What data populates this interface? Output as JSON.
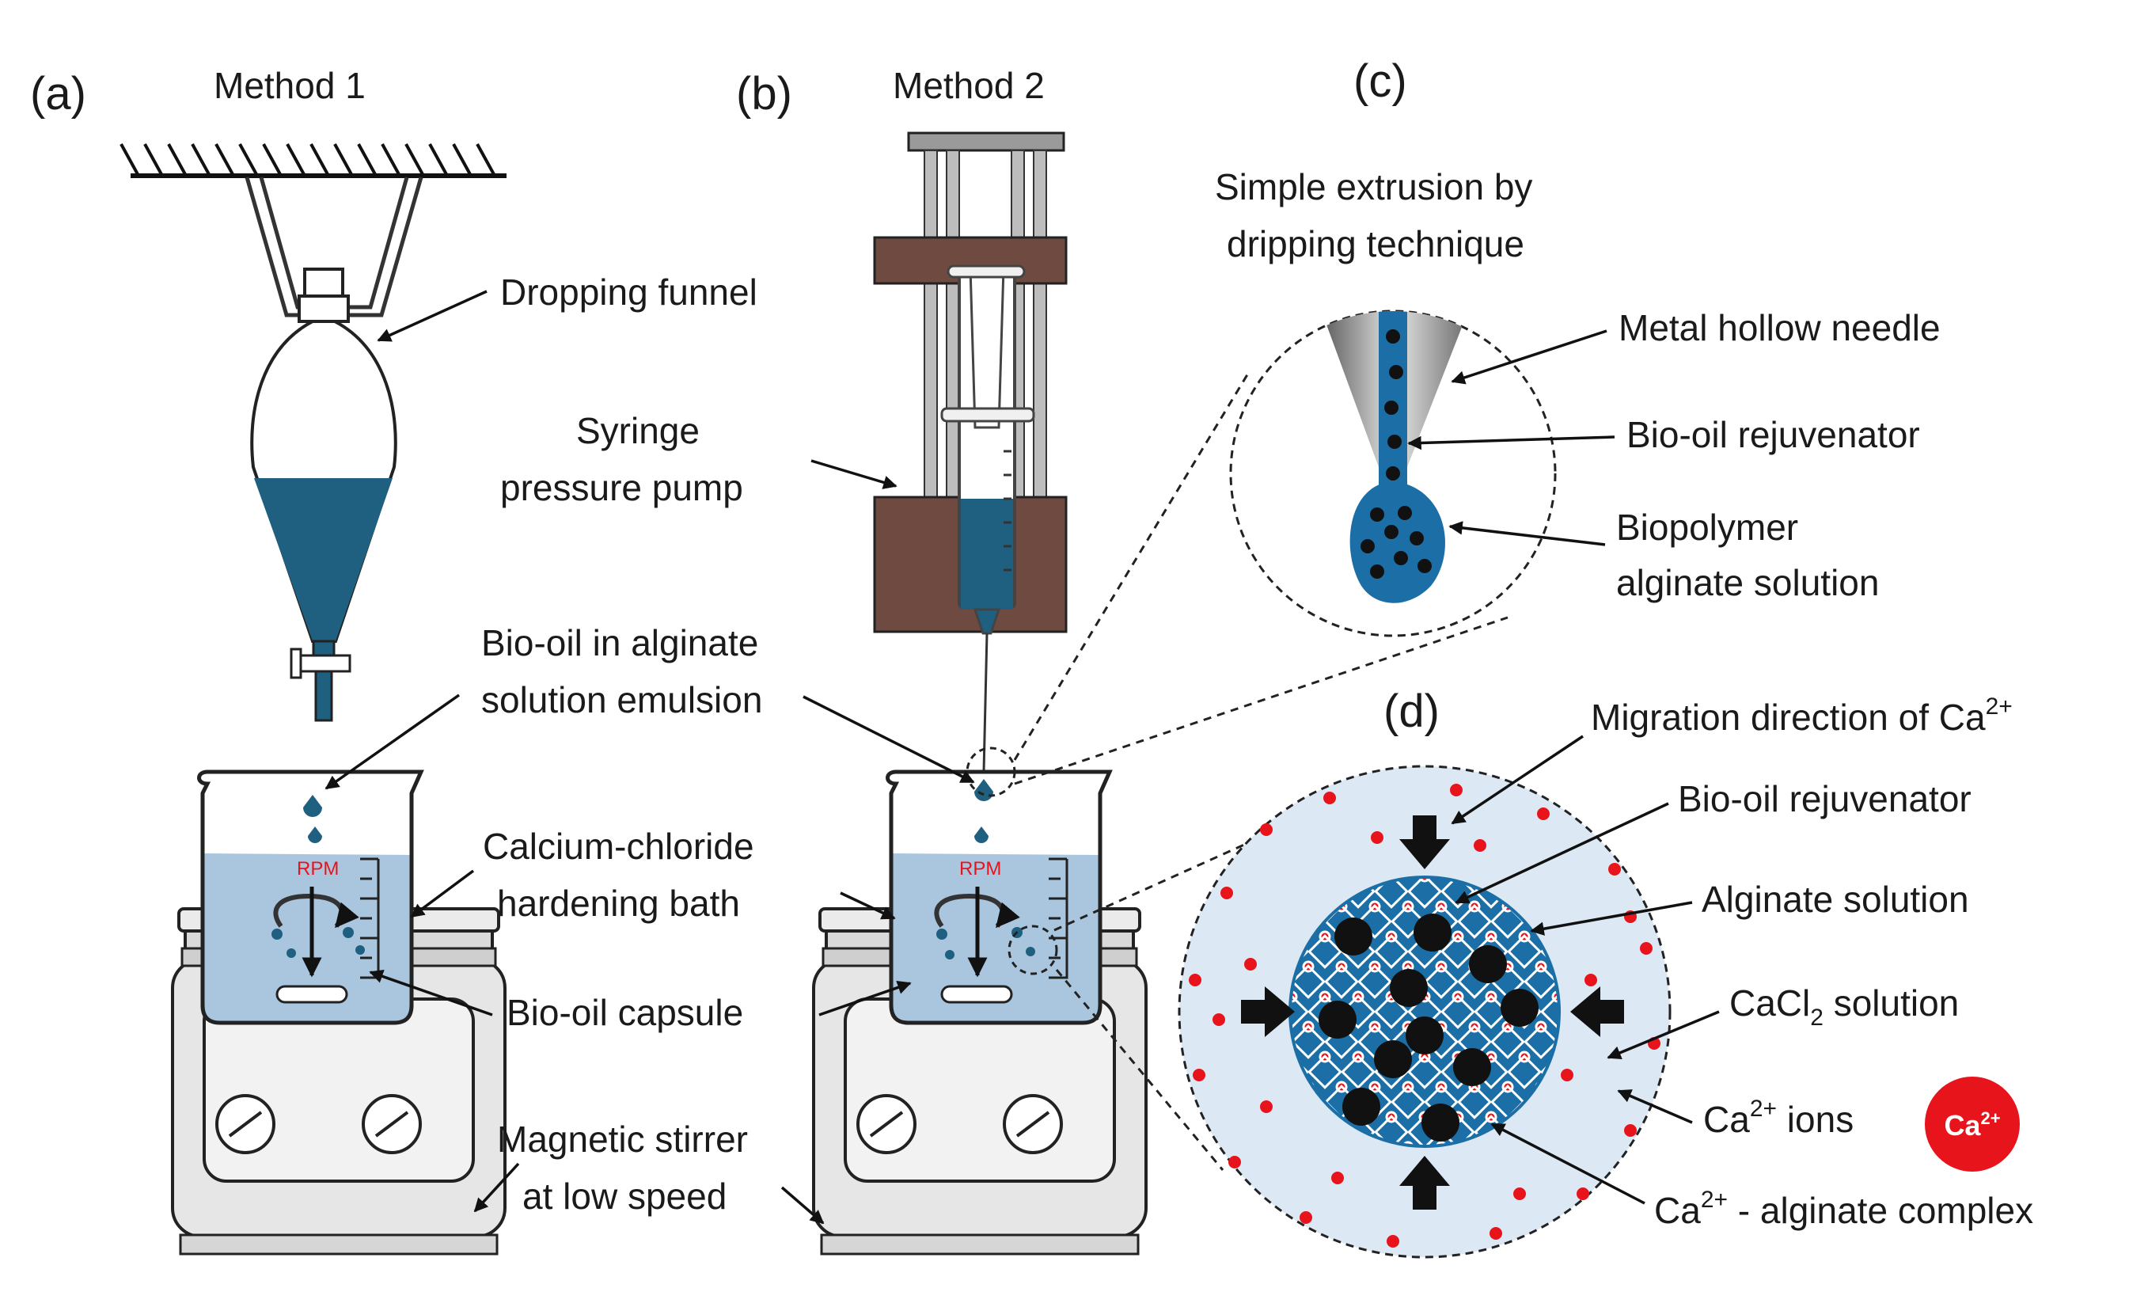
{
  "panels": {
    "a": {
      "letter": "(a)",
      "title": "Method 1"
    },
    "b": {
      "letter": "(b)",
      "title": "Method 2"
    },
    "c": {
      "letter": "(c)"
    },
    "d": {
      "letter": "(d)"
    }
  },
  "labels_left": {
    "dropping_funnel": "Dropping funnel",
    "syringe_l1": "Syringe",
    "syringe_l2": "pressure pump",
    "emulsion_l1": "Bio-oil in alginate",
    "emulsion_l2": "solution emulsion",
    "bath_l1": "Calcium-chloride",
    "bath_l2": "hardening bath",
    "capsule": "Bio-oil capsule",
    "stirrer_l1": "Magnetic stirrer",
    "stirrer_l2": "at low speed",
    "rpm": "RPM"
  },
  "panel_c": {
    "title_l1": "Simple extrusion by",
    "title_l2": "dripping technique",
    "needle": "Metal hollow needle",
    "rejuvenator": "Bio-oil rejuvenator",
    "biopolymer_l1": "Biopolymer",
    "biopolymer_l2": "alginate solution"
  },
  "panel_d": {
    "migration": "Migration direction of Ca",
    "migration_sup": "2+",
    "rejuvenator": "Bio-oil rejuvenator",
    "alginate": "Alginate solution",
    "cacl_pre": "CaCl",
    "cacl_sub": "2",
    "cacl_post": " solution",
    "ions_pre": "Ca",
    "ions_sup": "2+",
    "ions_post": " ions",
    "badge_pre": "Ca",
    "badge_sup": "2+",
    "complex_pre": "Ca",
    "complex_sup": "2+",
    "complex_post": " - alginate complex"
  },
  "colors": {
    "oil": "#1f5f7f",
    "water": "#a9c6de",
    "bath_light": "#dce8f4",
    "capsule_blue": "#1b6fa6",
    "ion_red": "#e8141c",
    "pump_brown": "#6e4a40",
    "stirrer_gray": "#d9d9d9"
  }
}
